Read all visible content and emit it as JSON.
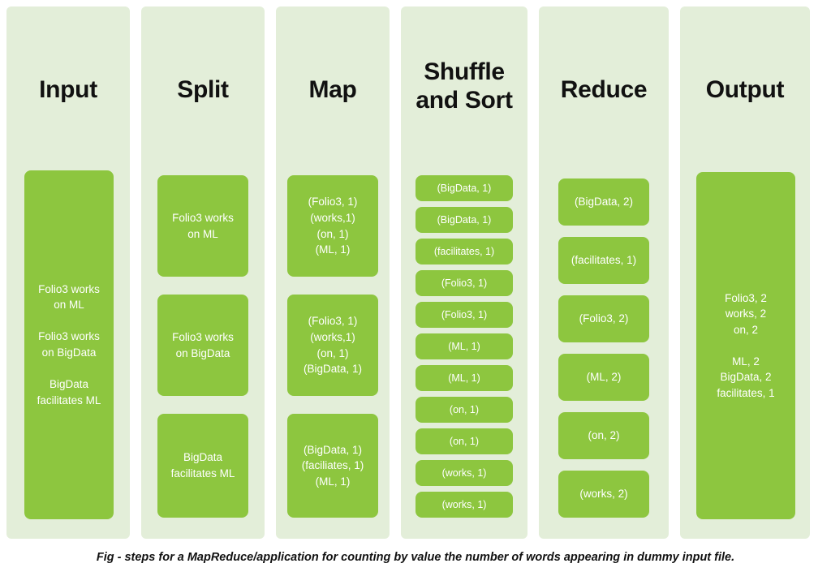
{
  "figure": {
    "caption": "Fig - steps for a MapReduce/application for counting by value the number of words appearing in dummy input file.",
    "colors": {
      "column_background": "#e3eed9",
      "box_fill": "#8dc63f",
      "box_text": "#ffffff",
      "title_text": "#111111",
      "page_background": "#ffffff"
    }
  },
  "columns": [
    {
      "title": "Input",
      "boxes": [
        {
          "lines": [
            "Folio3 works",
            "on ML",
            "",
            "Folio3 works",
            "on BigData",
            "",
            "BigData",
            "facilitates ML"
          ]
        }
      ]
    },
    {
      "title": "Split",
      "boxes": [
        {
          "lines": [
            "Folio3 works",
            "on ML"
          ]
        },
        {
          "lines": [
            "Folio3 works",
            "on BigData"
          ]
        },
        {
          "lines": [
            "BigData",
            "facilitates ML"
          ]
        }
      ]
    },
    {
      "title": "Map",
      "boxes": [
        {
          "lines": [
            "(Folio3, 1)",
            "(works,1)",
            "(on, 1)",
            "(ML, 1)"
          ]
        },
        {
          "lines": [
            "(Folio3, 1)",
            "(works,1)",
            "(on, 1)",
            "(BigData, 1)"
          ]
        },
        {
          "lines": [
            "(BigData, 1)",
            "(faciliates, 1)",
            "(ML, 1)"
          ]
        }
      ]
    },
    {
      "title": "Shuffle and Sort",
      "title_lines": [
        "Shuffle",
        "and Sort"
      ],
      "boxes": [
        {
          "lines": [
            "(BigData, 1)"
          ]
        },
        {
          "lines": [
            "(BigData, 1)"
          ]
        },
        {
          "lines": [
            "(facilitates, 1)"
          ]
        },
        {
          "lines": [
            "(Folio3, 1)"
          ]
        },
        {
          "lines": [
            "(Folio3, 1)"
          ]
        },
        {
          "lines": [
            "(ML, 1)"
          ]
        },
        {
          "lines": [
            "(ML, 1)"
          ]
        },
        {
          "lines": [
            "(on, 1)"
          ]
        },
        {
          "lines": [
            "(on, 1)"
          ]
        },
        {
          "lines": [
            "(works, 1)"
          ]
        },
        {
          "lines": [
            "(works, 1)"
          ]
        }
      ]
    },
    {
      "title": "Reduce",
      "boxes": [
        {
          "lines": [
            "(BigData, 2)"
          ]
        },
        {
          "lines": [
            "(facilitates, 1)"
          ]
        },
        {
          "lines": [
            "(Folio3, 2)"
          ]
        },
        {
          "lines": [
            "(ML, 2)"
          ]
        },
        {
          "lines": [
            "(on, 2)"
          ]
        },
        {
          "lines": [
            "(works, 2)"
          ]
        }
      ]
    },
    {
      "title": "Output",
      "boxes": [
        {
          "lines": [
            "Folio3, 2",
            "works, 2",
            "on, 2",
            "",
            "ML, 2",
            "BigData, 2",
            "facilitates, 1"
          ]
        }
      ]
    }
  ]
}
